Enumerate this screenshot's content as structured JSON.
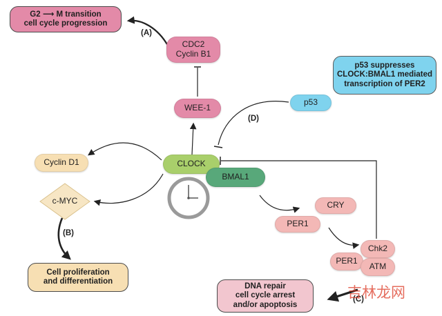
{
  "nodes": {
    "g2m": "G2 ⟶ M transition\ncell cycle progression",
    "cdc2": "CDC2\nCyclin B1",
    "wee1": "WEE-1",
    "p53_note": "p53 suppresses\nCLOCK:BMAL1 mediated\ntranscription of PER2",
    "p53": "p53",
    "cyclin_d1": "Cyclin D1",
    "clock": "CLOCK",
    "bmal1": "BMAL1",
    "cmyc": "c-MYC",
    "cry": "CRY",
    "per1_top": "PER1",
    "chk2": "Chk2",
    "per1_bottom": "PER1",
    "atm": "ATM",
    "proliferation": "Cell proliferation\nand differentiation",
    "dna_repair": "DNA repair\ncell cycle arrest\nand/or apoptosis"
  },
  "labels": {
    "a": "(A)",
    "b": "(B)",
    "c": "(C)",
    "d": "(D)"
  },
  "watermark": "吉林龙网",
  "colors": {
    "pink": "#e38aa8",
    "pink_light": "#f2c6cf",
    "salmon": "#f3b8b6",
    "green": "#a9cf6b",
    "green_dark": "#58a87a",
    "blue": "#7fd3ee",
    "peach": "#f7dfb3",
    "gold": "#f1dca6"
  }
}
